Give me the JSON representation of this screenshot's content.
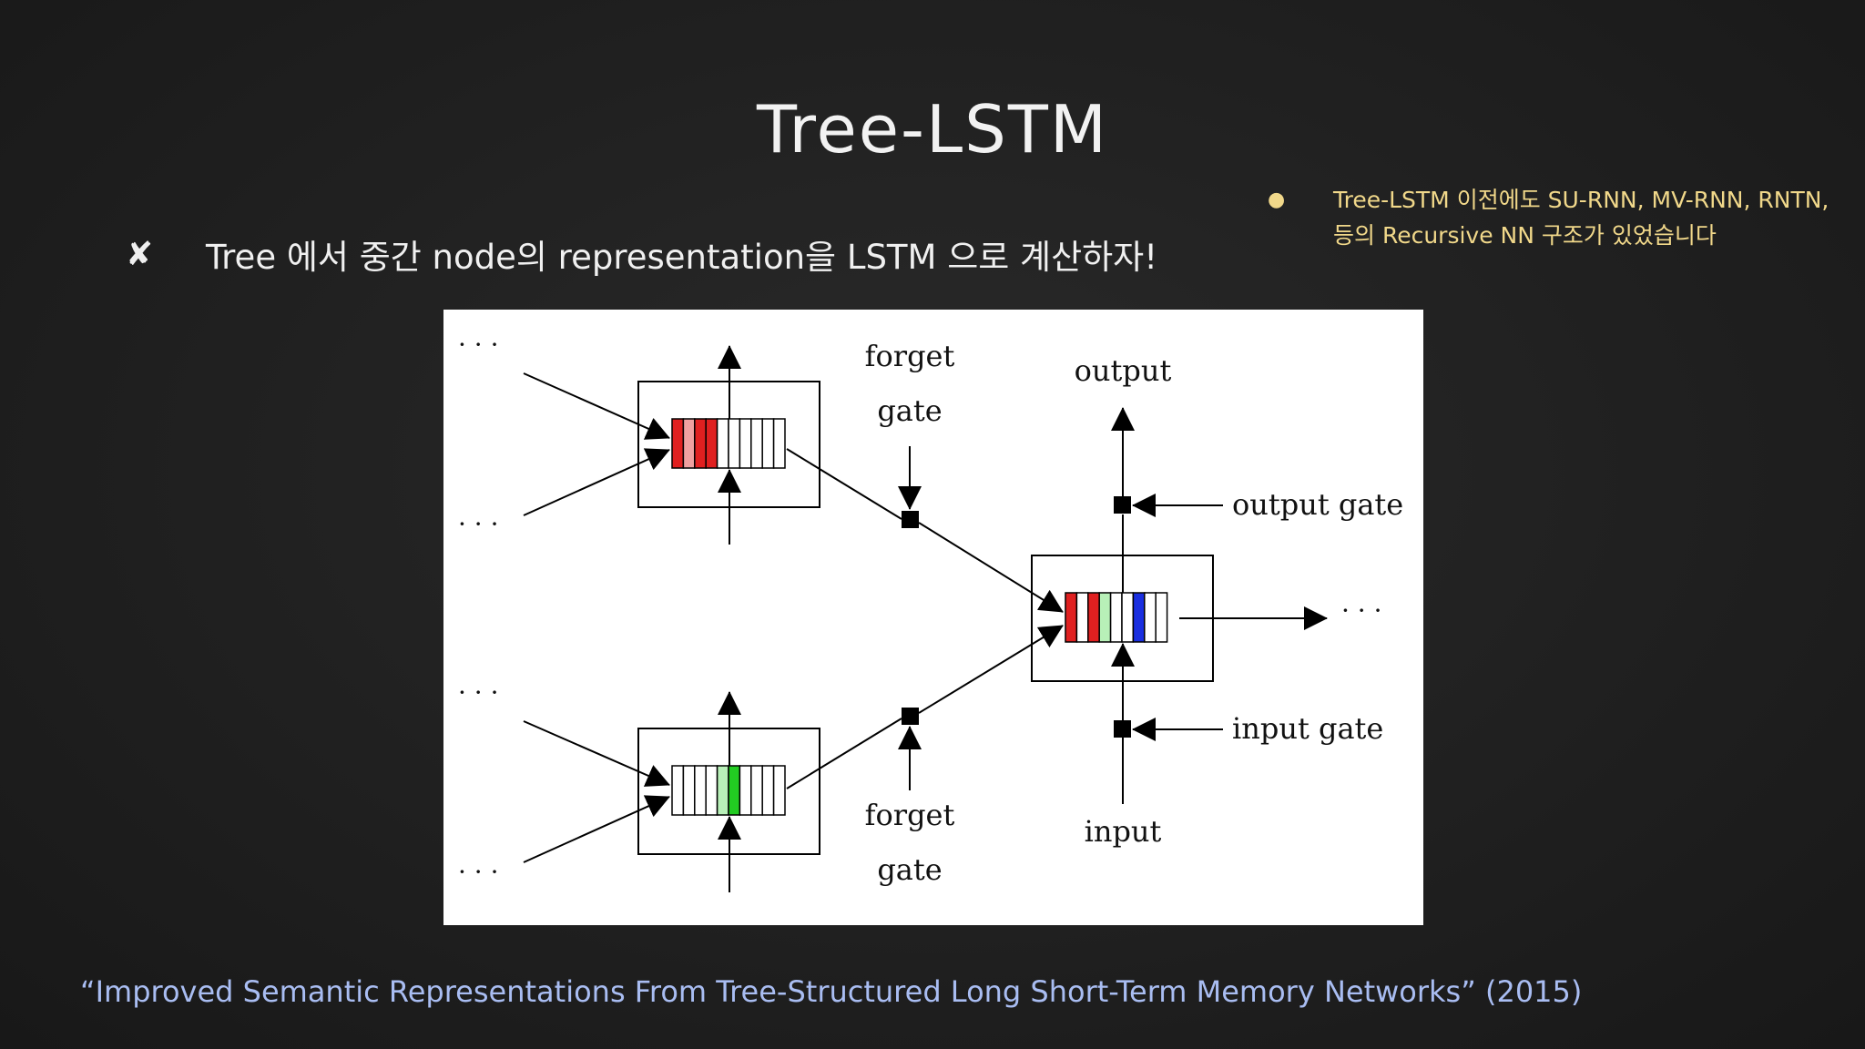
{
  "slide": {
    "title": "Tree-LSTM",
    "bullet_mark": "✘",
    "bullet_text": "Tree 에서 중간 node의 representation을 LSTM 으로 계산하자!",
    "side_dot": "●",
    "side_note": "Tree-LSTM 이전에도 SU-RNN, MV-RNN, RNTN, 등의 Recursive NN 구조가 있었습니다",
    "caption": "“Improved Semantic Representations From Tree-Structured Long Short-Term Memory Networks” (2015)"
  },
  "diagram": {
    "labels": {
      "forget_top_1": "forget",
      "forget_top_2": "gate",
      "forget_bottom_1": "forget",
      "forget_bottom_2": "gate",
      "output": "output",
      "output_gate": "output gate",
      "input_gate": "input gate",
      "input": "input",
      "ellipsis": "· · ·"
    },
    "colors": {
      "red": "#e02020",
      "light_red": "#f0a0a0",
      "green": "#22cc22",
      "light_green": "#b8f0b8",
      "blue": "#1a2fe0"
    }
  }
}
